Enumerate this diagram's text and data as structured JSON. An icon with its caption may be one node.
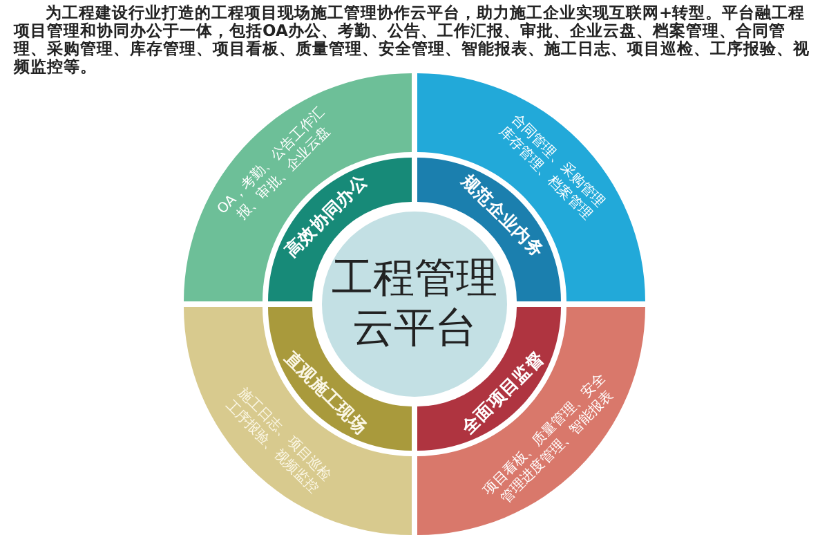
{
  "diagram": {
    "nodes": [
      {
        "text": [
          "工程管理云平台"
        ]
      },
      {
        "text": [
          "高效协同办公"
        ]
      },
      {
        "text": [
          "OA，考勤、公告工作汇报、审批、企业云盘"
        ]
      },
      {
        "text": [
          "规范企业内务"
        ]
      },
      {
        "text": [
          "合同管理、采购管理库存管理、档案管理"
        ]
      },
      {
        "text": [
          "直观施工现场"
        ]
      },
      {
        "text": [
          "施工日志、项目巡检工序报验、视频监控"
        ]
      },
      {
        "text": [
          "全面项目监督"
        ]
      },
      {
        "text": [
          "项目看板、质量管理、安全管理进度管理、智能报表"
        ]
      }
    ],
    "labels": [
      "为工程建设行业打造的工程项目现场施工管理协作云平台，助力施工企业实现互联网+转型。平台融工程项目管理和协同办公于一体，包括OA办公、考勤、公告、工作汇报、审批、企业云盘、档案管理、合同管理、采购管理、库存管理、项目看板、质量管理、安全管理、智能报表、施工日志、项目巡检、工序报验、视频监控等。"
    ]
  }
}
